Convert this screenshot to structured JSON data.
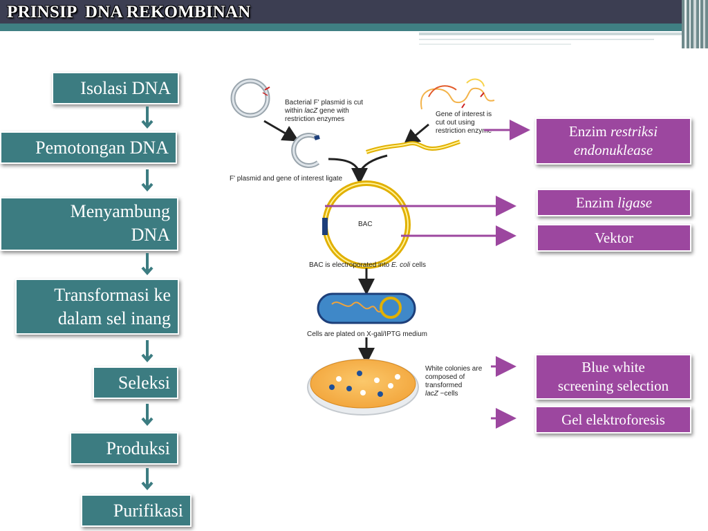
{
  "title": "PRINSIP  DNA REKOMBINAN",
  "steps": [
    {
      "label": "Isolasi DNA"
    },
    {
      "label": "Pemotongan DNA"
    },
    {
      "label_line1": "Menyambung",
      "label_line2": "DNA"
    },
    {
      "label_line1": "Transformasi ke",
      "label_line2": "dalam sel inang"
    },
    {
      "label": "Seleksi"
    },
    {
      "label": "Produksi"
    },
    {
      "label": "Purifikasi"
    }
  ],
  "labels": {
    "restriksi": {
      "prefix": "Enzim ",
      "italic": "restriksi",
      "line2": "endonuklease"
    },
    "ligase": {
      "prefix": "Enzim ",
      "italic": "ligase"
    },
    "vektor": "Vektor",
    "blue_white": {
      "line1": "Blue white",
      "line2": "screening selection"
    },
    "gel": "Gel elektroforesis"
  },
  "diagram": {
    "plasmid_cut": {
      "line1": "Bacterial F' plasmid is cut",
      "line2_pre": "within ",
      "line2_italic": "lacZ",
      "line2_post": " gene with",
      "line3": "restriction enzymes"
    },
    "gene_cut": {
      "line1": "Gene of interest is",
      "line2": "cut out using",
      "line3": "restriction enzyme"
    },
    "ligate": "F' plasmid and gene of interest ligate",
    "bac": "BAC",
    "electroporated": {
      "pre": "BAC is electroporated into ",
      "italic": "E. coli",
      "post": " cells"
    },
    "plated": "Cells are plated on X-gal/IPTG medium",
    "colonies": {
      "line1": "White colonies are",
      "line2": "composed of",
      "line3": "transformed",
      "line4_italic": "lacZ",
      "line4_post": " −cells"
    }
  },
  "colors": {
    "header": "#3c3e52",
    "teal": "#3f7f83",
    "step_box": "#3c7c81",
    "label_box": "#9c479f",
    "arrow_teal": "#3c7c81",
    "arrow_purple": "#9c479f"
  }
}
